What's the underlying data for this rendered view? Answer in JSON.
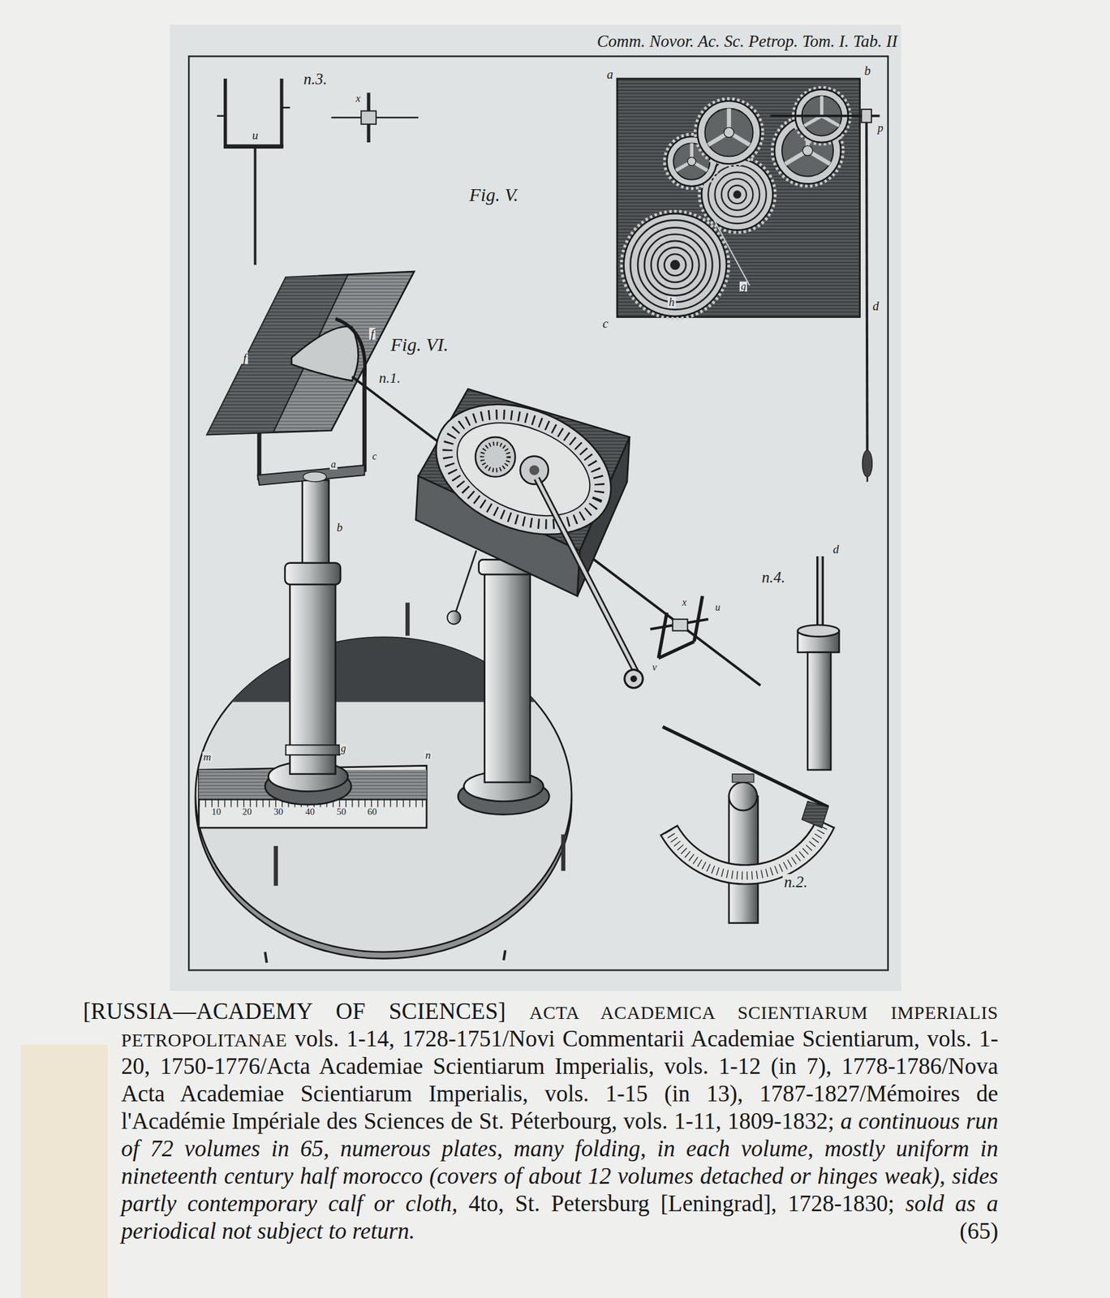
{
  "diagram": {
    "labels": [
      "Comm. Novor. Ac. Sc. Petrop. Tom. I. Tab. II",
      "n.3.",
      "u",
      "x",
      "Fig. V.",
      "a",
      "b",
      "c",
      "d",
      "p",
      "h",
      "g",
      "Fig. VI.",
      "f",
      "f",
      "n.1.",
      "a",
      "c",
      "b",
      "g",
      "m",
      "n",
      "10",
      "20",
      "30",
      "40",
      "50",
      "60",
      "x",
      "u",
      "v",
      "n.4.",
      "d",
      "n.2.",
      "[RUSSIA—ACADEMY OF SCIENCES]",
      "ACTA ACADEMICA SCIENTIARUM IMPERIALIS PETROPOLITANAE",
      "vols. 1-14, 1728-1751/Novi Commentarii Academiae Scientiarum, vols. 1-20, 1750-1776/Acta Academiae Scientiarum Imperialis, vols. 1-12 (in 7), 1778-1786/Nova Acta Academiae Scientiarum Imperialis, vols. 1-15 (in 13), 1787-1827/Mémoires de l'Académie Impériale des Sciences de St. Péterbourg, vols. 1-11, 1809-1832;",
      "a continuous run of 72 volumes in 65, numerous plates, many folding, in each volume, mostly uniform in nineteenth century half morocco (covers of about 12 volumes detached or hinges weak), sides partly contemporary calf or cloth,",
      "4to, St. Petersburg [Leningrad], 1728-1830;",
      "sold as a periodical not subject to return.",
      "(65)"
    ]
  }
}
